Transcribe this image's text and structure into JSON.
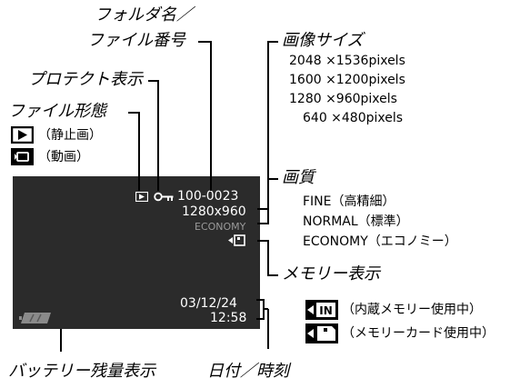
{
  "labels": {
    "folder_file_line1": "フォルダ名／",
    "folder_file_line2": "ファイル番号",
    "protect": "プロテクト表示",
    "file_type": "ファイル形態",
    "still": "（静止画）",
    "movie": "（動画）",
    "image_size": "画像サイズ",
    "quality": "画質",
    "memory": "メモリー表示",
    "battery": "バッテリー残量表示",
    "datetime": "日付／時刻"
  },
  "image_sizes": [
    "2048 ×1536pixels",
    "1600 ×1200pixels",
    "1280 ×960pixels",
    "640 ×480pixels"
  ],
  "quality_options": [
    "FINE（高精細）",
    "NORMAL（標準）",
    "ECONOMY（エコノミー）"
  ],
  "memory_options": [
    "（内蔵メモリー使用中）",
    "（メモリーカード使用中）"
  ],
  "memory_icon_in": "IN",
  "lcd": {
    "folder_file": "100-0023",
    "size": "1280x960",
    "quality": "ECONOMY",
    "date": "03/12/24",
    "time": "12:58"
  },
  "colors": {
    "lcd_bg": "#2b2b2b",
    "lcd_text": "#ffffff",
    "lcd_dim": "#9a9a9a"
  }
}
